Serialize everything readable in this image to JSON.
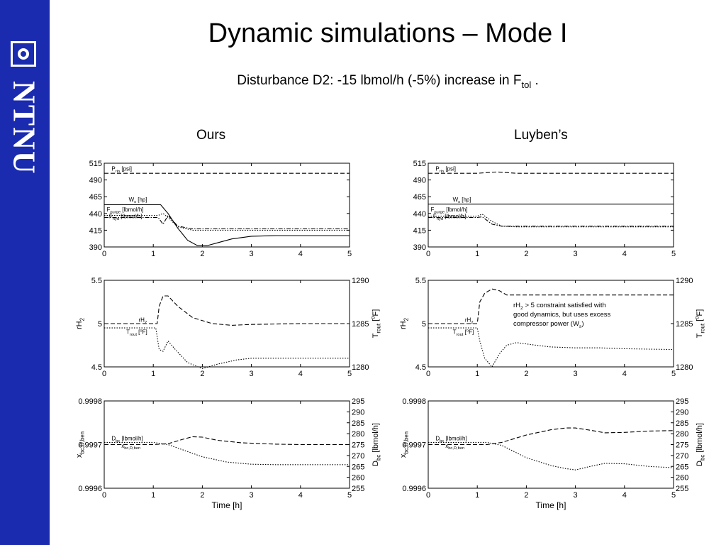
{
  "slide": {
    "title": "Dynamic simulations – Mode I",
    "subtitle_main": "Disturbance D2: -15 lbmol/h (-5%) increase in F",
    "subtitle_sub": "tol",
    "subtitle_end": " .",
    "label_left": "Ours",
    "label_right": "Luyben’s",
    "logo_text": "NTNU",
    "sidebar_color": "#1a2bb0"
  },
  "chart_data": [
    {
      "id": "ours-top",
      "type": "line",
      "xlim": [
        0,
        5
      ],
      "ylim": [
        390,
        515
      ],
      "xticks": [
        "0",
        "1",
        "2",
        "3",
        "4",
        "5"
      ],
      "yticks": [
        "390",
        "415",
        "440",
        "465",
        "490",
        "515"
      ],
      "ytick_values": [
        390,
        415,
        440,
        465,
        490,
        515
      ],
      "labels": [
        {
          "text": "P",
          "sub": "rin",
          "rest": " [psi]",
          "x": 0.15,
          "y": 504
        },
        {
          "text": "W",
          "sub": "s",
          "rest": " [hp]",
          "x": 0.5,
          "y": 458
        },
        {
          "text": "F",
          "sub": "purge",
          "rest": " [lbmol/h]",
          "x": 0.05,
          "y": 443
        },
        {
          "text": "F",
          "sub": "hyd",
          "rest": " [lbmol/h]",
          "x": 0.1,
          "y": 433
        }
      ],
      "series": [
        {
          "style": "dash",
          "x": [
            0,
            5
          ],
          "y": [
            500,
            500
          ]
        },
        {
          "style": "solid",
          "x": [
            0,
            1.15,
            1.3,
            1.5,
            1.7,
            1.9,
            2.1,
            2.3,
            2.6,
            3.0,
            3.5,
            4,
            5
          ],
          "y": [
            453,
            453,
            440,
            418,
            400,
            392,
            392,
            396,
            402,
            406,
            407,
            407,
            407
          ]
        },
        {
          "style": "dot",
          "x": [
            0,
            1.1,
            1.2,
            1.3,
            1.5,
            1.8,
            2.2,
            3,
            4,
            5
          ],
          "y": [
            437,
            437,
            440,
            434,
            420,
            415,
            415,
            415,
            415,
            415
          ]
        },
        {
          "style": "dashdot",
          "x": [
            0,
            1.1,
            1.2,
            1.3,
            1.5,
            1.8,
            2.2,
            3,
            4,
            5
          ],
          "y": [
            434,
            434,
            424,
            437,
            421,
            417,
            417,
            417,
            417,
            417
          ]
        }
      ]
    },
    {
      "id": "luyben-top",
      "type": "line",
      "xlim": [
        0,
        5
      ],
      "ylim": [
        390,
        515
      ],
      "xticks": [
        "0",
        "1",
        "2",
        "3",
        "4",
        "5"
      ],
      "yticks": [
        "390",
        "415",
        "440",
        "465",
        "490",
        "515"
      ],
      "ytick_values": [
        390,
        415,
        440,
        465,
        490,
        515
      ],
      "labels": [
        {
          "text": "P",
          "sub": "rin",
          "rest": " [psi]",
          "x": 0.15,
          "y": 504
        },
        {
          "text": "W",
          "sub": "s",
          "rest": " [hp]",
          "x": 0.5,
          "y": 458
        },
        {
          "text": "F",
          "sub": "purge",
          "rest": " [lbmol/h]",
          "x": 0.05,
          "y": 443
        },
        {
          "text": "F",
          "sub": "hyd",
          "rest": " [lbmol/h]",
          "x": 0.1,
          "y": 433
        }
      ],
      "series": [
        {
          "style": "dash",
          "x": [
            0,
            1.0,
            1.2,
            1.4,
            1.6,
            1.8,
            5
          ],
          "y": [
            500,
            500,
            501,
            502,
            501,
            500,
            500
          ]
        },
        {
          "style": "solid",
          "x": [
            0,
            5
          ],
          "y": [
            454,
            454
          ]
        },
        {
          "style": "dot",
          "x": [
            0,
            1.0,
            1.1,
            1.3,
            1.5,
            1.8,
            2.5,
            5
          ],
          "y": [
            436,
            436,
            439,
            428,
            421,
            420,
            420,
            420
          ]
        },
        {
          "style": "dashdot",
          "x": [
            0,
            1.0,
            1.1,
            1.3,
            1.5,
            1.8,
            2.5,
            5
          ],
          "y": [
            434,
            434,
            435,
            424,
            421,
            421,
            421,
            421
          ]
        }
      ]
    },
    {
      "id": "ours-mid",
      "type": "line",
      "xlim": [
        0,
        5
      ],
      "ylim": [
        4.5,
        5.5
      ],
      "y2lim": [
        1280,
        1290
      ],
      "xticks": [
        "0",
        "1",
        "2",
        "3",
        "4",
        "5"
      ],
      "yticks": [
        "4.5",
        "5",
        "5.5"
      ],
      "ytick_values": [
        4.5,
        5,
        5.5
      ],
      "y2ticks": [
        "1280",
        "1285",
        "1290"
      ],
      "y2tick_values": [
        1280,
        1285,
        1290
      ],
      "ylabel": "rH",
      "ylabel_sub": "2",
      "y2label": "T",
      "y2label_sub": "rout",
      "y2label_rest": " [",
      "y2label_sup": "o",
      "y2label_end": "F]",
      "labels": [
        {
          "text": "rH",
          "sub": "2",
          "rest": "",
          "x": 0.7,
          "y": 5.02
        },
        {
          "text": "T",
          "sub": "rout",
          "rest": " [",
          "sup": "o",
          "end": "F]",
          "x": 0.45,
          "y": 4.88
        }
      ],
      "series": [
        {
          "style": "dash",
          "axis": "y",
          "x": [
            0,
            1.08,
            1.12,
            1.2,
            1.3,
            1.5,
            1.8,
            2.2,
            2.6,
            3,
            4,
            5
          ],
          "y": [
            5.0,
            5.0,
            5.2,
            5.32,
            5.32,
            5.2,
            5.07,
            5.0,
            4.98,
            4.99,
            5.0,
            5.0
          ]
        },
        {
          "style": "dot",
          "axis": "y2",
          "x": [
            0,
            1.05,
            1.12,
            1.2,
            1.3,
            1.45,
            1.7,
            2.0,
            2.3,
            2.7,
            3.0,
            3.5,
            5
          ],
          "y": [
            1284.5,
            1284.5,
            1282,
            1281.8,
            1283,
            1282,
            1280.5,
            1279.8,
            1280.3,
            1280.8,
            1281,
            1281,
            1281
          ]
        }
      ]
    },
    {
      "id": "luyben-mid",
      "type": "line",
      "xlim": [
        0,
        5
      ],
      "ylim": [
        4.5,
        5.5
      ],
      "y2lim": [
        1280,
        1290
      ],
      "xticks": [
        "0",
        "1",
        "2",
        "3",
        "4",
        "5"
      ],
      "yticks": [
        "4.5",
        "5",
        "5.5"
      ],
      "ytick_values": [
        4.5,
        5,
        5.5
      ],
      "y2ticks": [
        "1280",
        "1285",
        "1290"
      ],
      "y2tick_values": [
        1280,
        1285,
        1290
      ],
      "ylabel": "rH",
      "ylabel_sub": "2",
      "y2label": "T",
      "y2label_sub": "rout",
      "y2label_rest": " [",
      "y2label_sup": "o",
      "y2label_end": "F]",
      "labels": [
        {
          "text": "rH",
          "sub": "2",
          "rest": "",
          "x": 0.75,
          "y": 5.02
        },
        {
          "text": "T",
          "sub": "rout",
          "rest": " [",
          "sup": "o",
          "end": "F]",
          "x": 0.5,
          "y": 4.88
        }
      ],
      "annotation_lines": [
        {
          "text": "rH",
          "sub": "2",
          "rest": " > 5 constraint satisfied with"
        },
        {
          "text": "good dynamics, but uses excess",
          "sub": "",
          "rest": ""
        },
        {
          "text": "compressor power (W",
          "sub": "s",
          "rest": ")"
        }
      ],
      "series": [
        {
          "style": "dash",
          "axis": "y",
          "x": [
            0,
            1.0,
            1.05,
            1.15,
            1.3,
            1.45,
            1.6,
            2,
            3,
            4,
            5
          ],
          "y": [
            5.0,
            5.0,
            5.25,
            5.35,
            5.4,
            5.38,
            5.33,
            5.33,
            5.33,
            5.33,
            5.33
          ]
        },
        {
          "style": "dot",
          "axis": "y2",
          "x": [
            0,
            1.0,
            1.05,
            1.15,
            1.3,
            1.45,
            1.6,
            1.8,
            2.2,
            2.5,
            3,
            3.5,
            4,
            5
          ],
          "y": [
            1284.5,
            1284.5,
            1283,
            1281,
            1280,
            1281.5,
            1282.5,
            1282.8,
            1282.5,
            1282.3,
            1282.2,
            1282.2,
            1282.1,
            1282
          ]
        }
      ]
    },
    {
      "id": "ours-bottom",
      "type": "line",
      "xlim": [
        0,
        5
      ],
      "ylim": [
        0.9996,
        0.9998
      ],
      "y2lim": [
        255,
        295
      ],
      "xticks": [
        "0",
        "1",
        "2",
        "3",
        "4",
        "5"
      ],
      "yticks": [
        "0.9996",
        "0.9997",
        "0.9998"
      ],
      "ytick_values": [
        0.9996,
        0.9997,
        0.9998
      ],
      "y2ticks": [
        "255",
        "260",
        "265",
        "270",
        "275",
        "280",
        "285",
        "290",
        "295"
      ],
      "y2tick_values": [
        255,
        260,
        265,
        270,
        275,
        280,
        285,
        290,
        295
      ],
      "xlabel": "Time [h]",
      "ylabel": "x",
      "ylabel_sub": "bc,D,ben",
      "y2label": "D",
      "y2label_sub": "bc",
      "y2label_rest": " [lbmol/h]",
      "labels": [
        {
          "text": "D",
          "sub": "bc",
          "rest": " [lbmol/h]",
          "x": 0.15,
          "y": 0.99971
        },
        {
          "text": "x",
          "sub": "bc,D,ben",
          "rest": "",
          "x": 0.35,
          "y": 0.999693
        }
      ],
      "series": [
        {
          "style": "dash",
          "axis": "y",
          "x": [
            0,
            1.0,
            1.3,
            1.6,
            1.8,
            2.0,
            2.3,
            2.8,
            3.5,
            4,
            5
          ],
          "y": [
            0.9997,
            0.9997,
            0.999702,
            0.999712,
            0.999718,
            0.999717,
            0.99971,
            0.999704,
            0.999701,
            0.9997,
            0.9997
          ]
        },
        {
          "style": "dot",
          "axis": "y",
          "x": [
            0,
            1.0,
            1.3,
            1.6,
            2.0,
            2.5,
            3.0,
            3.5,
            4,
            5
          ],
          "y": [
            0.999705,
            0.999705,
            0.9997,
            0.999688,
            0.999672,
            0.99966,
            0.999655,
            0.999654,
            0.999654,
            0.999654
          ]
        }
      ]
    },
    {
      "id": "luyben-bottom",
      "type": "line",
      "xlim": [
        0,
        5
      ],
      "ylim": [
        0.9996,
        0.9998
      ],
      "y2lim": [
        255,
        295
      ],
      "xticks": [
        "0",
        "1",
        "2",
        "3",
        "4",
        "5"
      ],
      "yticks": [
        "0.9996",
        "0.9997",
        "0.9998"
      ],
      "ytick_values": [
        0.9996,
        0.9997,
        0.9998
      ],
      "y2ticks": [
        "255",
        "260",
        "265",
        "270",
        "275",
        "280",
        "285",
        "290",
        "295"
      ],
      "y2tick_values": [
        255,
        260,
        265,
        270,
        275,
        280,
        285,
        290,
        295
      ],
      "xlabel": "Time [h]",
      "ylabel": "x",
      "ylabel_sub": "bc,D,ben",
      "y2label": "D",
      "y2label_sub": "bc",
      "y2label_rest": " [lbmol/h]",
      "labels": [
        {
          "text": "D",
          "sub": "bc",
          "rest": " [lbmol/h]",
          "x": 0.15,
          "y": 0.99971
        },
        {
          "text": "x",
          "sub": "bc,D,ben",
          "rest": "",
          "x": 0.35,
          "y": 0.999693
        }
      ],
      "series": [
        {
          "style": "dash",
          "axis": "y",
          "x": [
            0,
            1.2,
            1.5,
            2.0,
            2.5,
            2.8,
            3.0,
            3.3,
            3.6,
            4.0,
            4.5,
            5
          ],
          "y": [
            0.9997,
            0.9997,
            0.999705,
            0.999722,
            0.999734,
            0.999738,
            0.999738,
            0.999733,
            0.999727,
            0.999728,
            0.999731,
            0.999732
          ]
        },
        {
          "style": "dot",
          "axis": "y",
          "x": [
            0,
            1.2,
            1.5,
            2.0,
            2.5,
            2.8,
            3.0,
            3.3,
            3.6,
            4.0,
            4.5,
            5
          ],
          "y": [
            0.999705,
            0.999705,
            0.999698,
            0.99967,
            0.999652,
            0.999645,
            0.999642,
            0.99965,
            0.999657,
            0.999656,
            0.99965,
            0.999647
          ]
        }
      ]
    }
  ]
}
